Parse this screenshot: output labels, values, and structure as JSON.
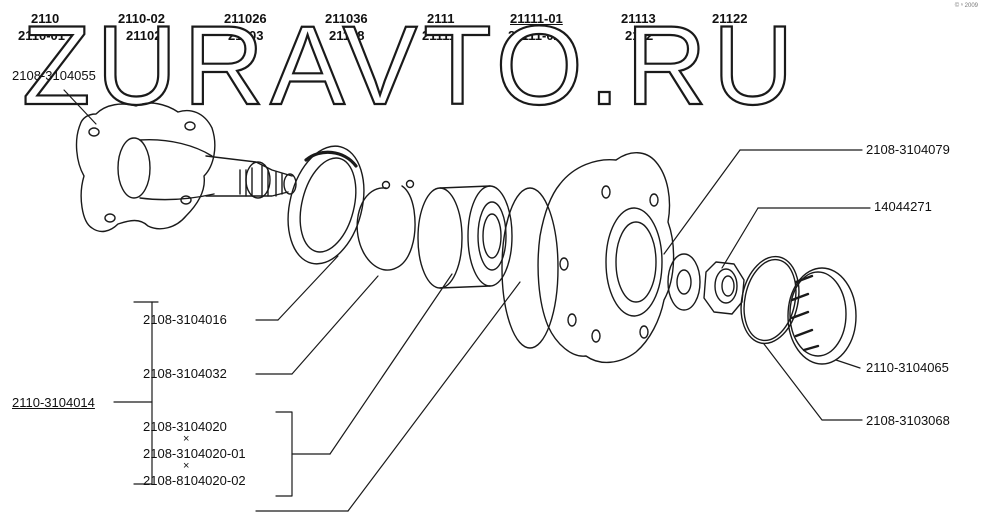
{
  "watermark": "ZURAVTO.RU",
  "corner_note": "© ⁿ 2009",
  "models": [
    [
      "2110",
      "2110-01"
    ],
    [
      "2110-02",
      "21102"
    ],
    [
      "211026",
      "21103"
    ],
    [
      "211036",
      "21108"
    ],
    [
      "2111",
      "21111"
    ],
    [
      "21111-01",
      "21111-02"
    ],
    [
      "21113",
      "2112"
    ],
    [
      "21122",
      ""
    ]
  ],
  "parts": {
    "knuckle": "2108-3104055",
    "washer": "2108-3104079",
    "nut": "14044271",
    "cap": "2110-3104065",
    "oring": "2108-3103068",
    "assembly": "2110-3104014",
    "ring": "2108-3104016",
    "circlip": "2108-3104032",
    "bearing_1": "2108-3104020",
    "bearing_2": "2108-3104020-01",
    "bearing_3": "2108-8104020-02",
    "alt_mark": "×"
  }
}
